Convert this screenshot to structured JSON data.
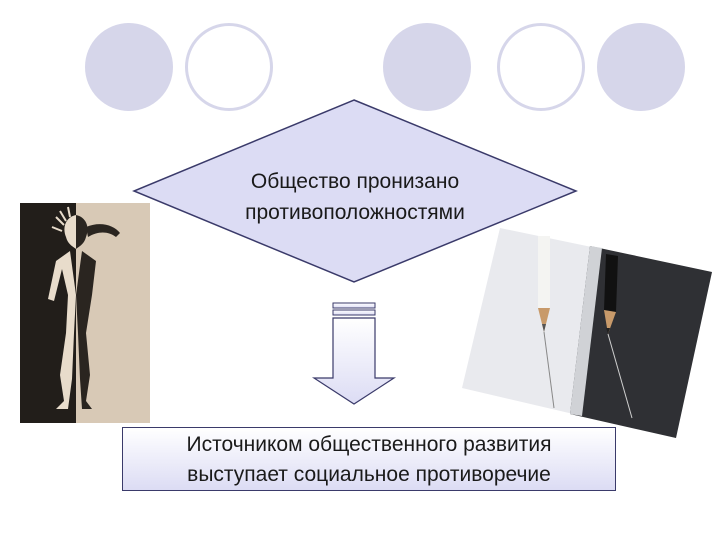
{
  "diamond": {
    "line1": "Общество пронизано",
    "line2": "противоположностями"
  },
  "bottom_box": {
    "line1": "Источником общественного развития",
    "line2": "выступает социальное противоречие"
  },
  "colors": {
    "circle_fill": "#d6d6ea",
    "diamond_fill": "#dcdcf4",
    "outline": "#3a3a6a"
  }
}
